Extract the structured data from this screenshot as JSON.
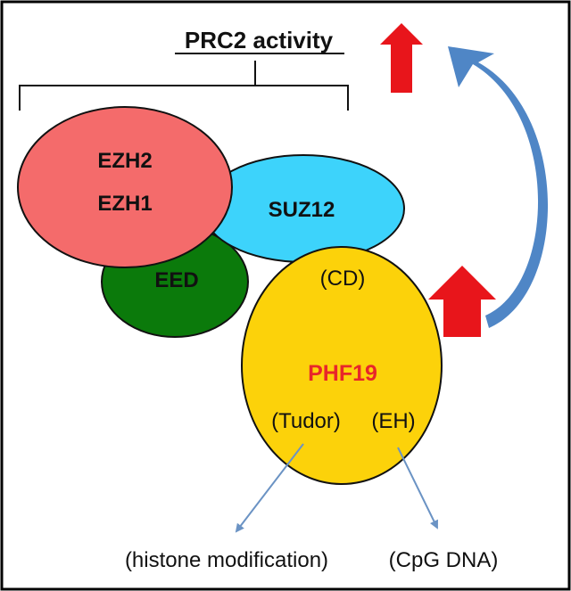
{
  "title": "PRC2 activity",
  "components": {
    "ezh2": "EZH2",
    "ezh1": "EZH1",
    "suz12": "SUZ12",
    "eed": "EED",
    "phf19": "PHF19"
  },
  "domains": {
    "cd": "(CD)",
    "tudor": "(Tudor)",
    "eh": "(EH)"
  },
  "targets": {
    "histone": "(histone modification)",
    "cpg": "(CpG DNA)"
  },
  "colors": {
    "ezh": "#f46b6b",
    "suz12": "#3dd3fb",
    "eed": "#0b7a0b",
    "phf19": "#fcd20a",
    "phf19_label": "#e8262a",
    "up_arrow": "#e8151b",
    "curved_arrow": "#4f86c6",
    "pointer": "#6b93c4"
  },
  "icons": {
    "activity_up": "up-arrow-icon",
    "phf19_up": "up-arrow-icon",
    "feedback": "curved-arrow-icon"
  }
}
